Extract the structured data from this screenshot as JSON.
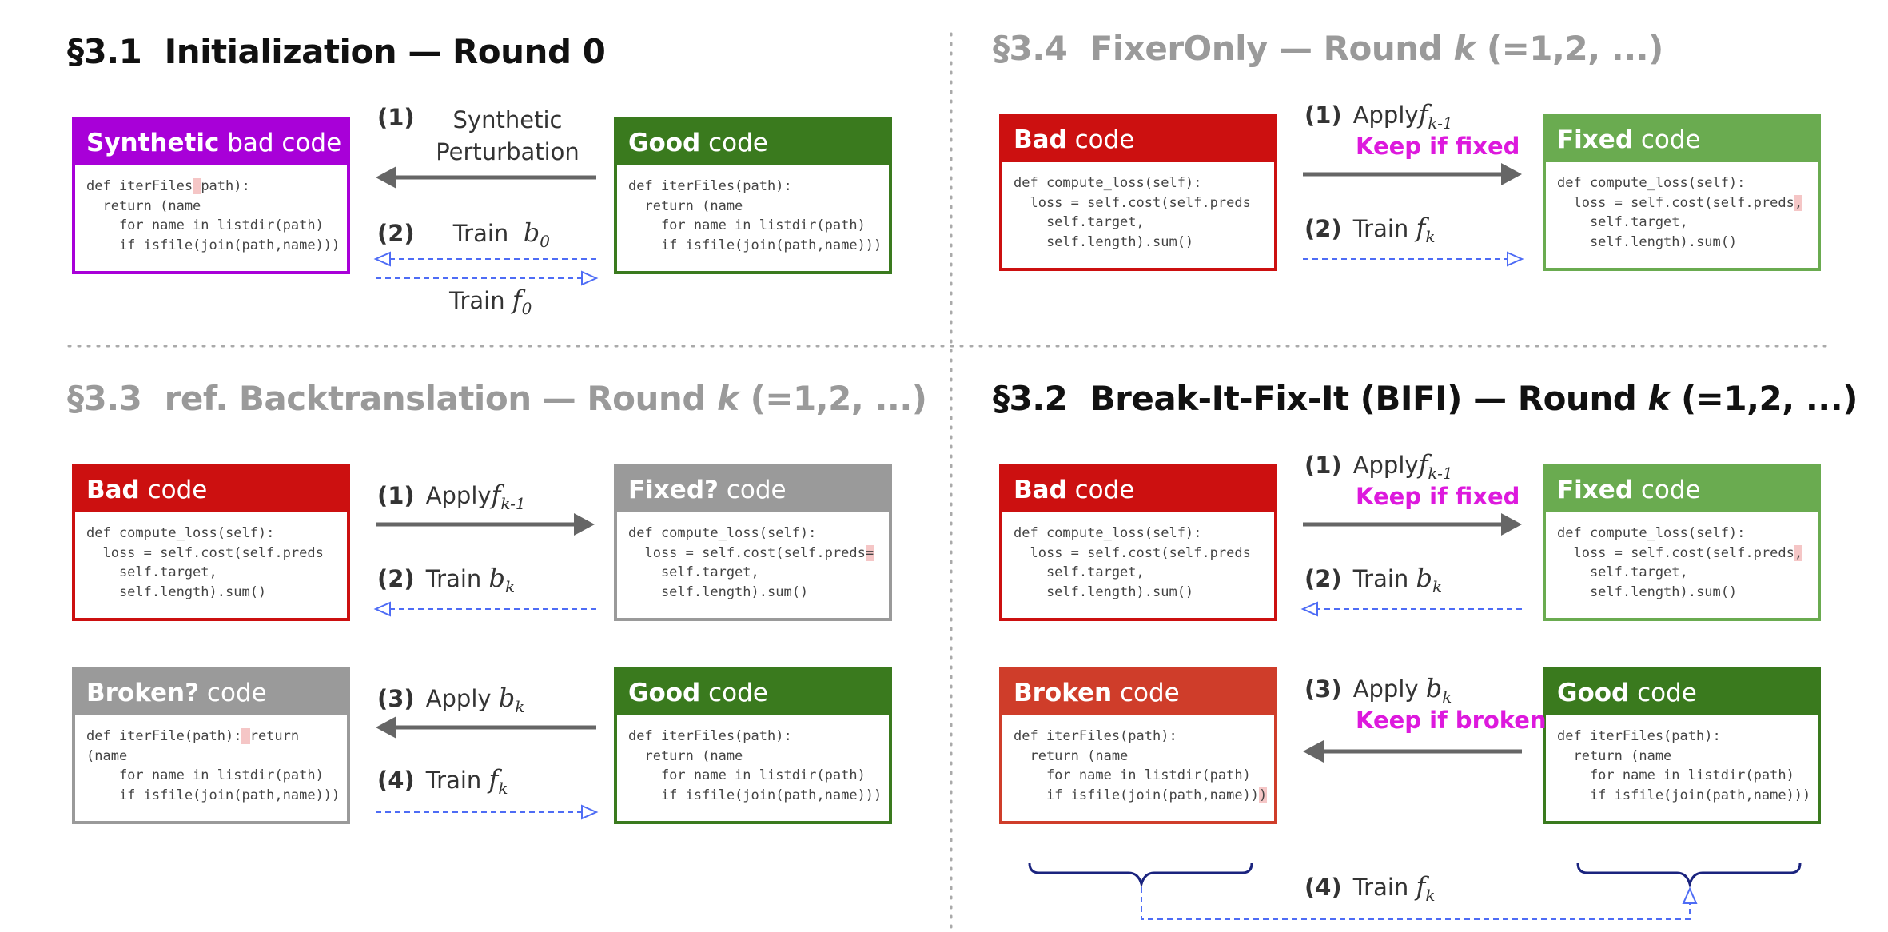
{
  "colors": {
    "purple": "#a800d8",
    "dark_green": "#3a7a1e",
    "red": "#cc1010",
    "light_green": "#6aab50",
    "gray": "#9a9a9a",
    "broken_red": "#cf3d2a",
    "arrow_gray": "#666666",
    "dashed_blue": "#4e6cf5",
    "brace_navy": "#1a237e",
    "keep_magenta": "#dd19dd",
    "highlight": "#f5c6c6"
  },
  "sections": {
    "s31": {
      "number": "§3.1",
      "title": "Initialization — Round 0",
      "synthetic_box": {
        "head_bold": "Synthetic",
        "head_rest": " bad code",
        "code_line1a": "def iterFiles",
        "code_line1b": "path):",
        "code_rest": "  return (name\n    for name in listdir(path)\n    if isfile(join(path,name)))"
      },
      "good_box": {
        "head_bold": "Good",
        "head_rest": " code",
        "code": "def iterFiles(path):\n  return (name\n    for name in listdir(path)\n    if isfile(join(path,name)))"
      },
      "step1_num": "(1)",
      "step1_text_a": "Synthetic",
      "step1_text_b": "Perturbation",
      "step2_num": "(2)",
      "step2_text": "Train",
      "step2_var": "b",
      "step2_sub": "0",
      "step3_text": "Train",
      "step3_var": "f",
      "step3_sub": "0"
    },
    "s34": {
      "number": "§3.4",
      "title_a": "FixerOnly — Round ",
      "title_k": "k",
      "title_b": " (=1,2, ...)",
      "bad_box": {
        "head_bold": "Bad",
        "head_rest": " code",
        "code": "def compute_loss(self):\n  loss = self.cost(self.preds\n    self.target,\n    self.length).sum()"
      },
      "fixed_box": {
        "head_bold": "Fixed",
        "head_rest": " code",
        "code_line1": "def compute_loss(self):",
        "code_line2a": "  loss = self.cost(self.preds",
        "code_line2b": ",",
        "code_rest": "    self.target,\n    self.length).sum()"
      },
      "step1_num": "(1)",
      "step1_text": "Apply",
      "step1_var": "f",
      "step1_sub": "k-1",
      "keep": "Keep if fixed",
      "step2_num": "(2)",
      "step2_text": "Train",
      "step2_var": "f",
      "step2_sub": "k"
    },
    "s33": {
      "number": "§3.3",
      "title_a": "ref. Backtranslation — Round ",
      "title_k": "k",
      "title_b": " (=1,2, ...)",
      "bad_box": {
        "head_bold": "Bad",
        "head_rest": " code",
        "code": "def compute_loss(self):\n  loss = self.cost(self.preds\n    self.target,\n    self.length).sum()"
      },
      "fixed_box": {
        "head_bold": "Fixed?",
        "head_rest": " code",
        "code_line1": "def compute_loss(self):",
        "code_line2a": "  loss = self.cost(self.preds",
        "code_line2b": "=",
        "code_rest": "    self.target,\n    self.length).sum()"
      },
      "broken_box": {
        "head_bold": "Broken?",
        "head_rest": " code",
        "code_line1a": "def iterFile(path):",
        "code_line1b": "return",
        "code_rest": "(name\n    for name in listdir(path)\n    if isfile(join(path,name)))"
      },
      "good_box": {
        "head_bold": "Good",
        "head_rest": " code",
        "code": "def iterFiles(path):\n  return (name\n    for name in listdir(path)\n    if isfile(join(path,name)))"
      },
      "step1_num": "(1)",
      "step1_text": "Apply",
      "step1_var": "f",
      "step1_sub": "k-1",
      "step2_num": "(2)",
      "step2_text": "Train",
      "step2_var": "b",
      "step2_sub": "k",
      "step3_num": "(3)",
      "step3_text": "Apply",
      "step3_var": "b",
      "step3_sub": "k",
      "step4_num": "(4)",
      "step4_text": "Train",
      "step4_var": "f",
      "step4_sub": "k"
    },
    "s32": {
      "number": "§3.2",
      "title_a": "Break-It-Fix-It (BIFI) — Round ",
      "title_k": "k",
      "title_b": " (=1,2, ...)",
      "bad_box": {
        "head_bold": "Bad",
        "head_rest": " code",
        "code": "def compute_loss(self):\n  loss = self.cost(self.preds\n    self.target,\n    self.length).sum()"
      },
      "fixed_box": {
        "head_bold": "Fixed",
        "head_rest": " code",
        "code_line1": "def compute_loss(self):",
        "code_line2a": "  loss = self.cost(self.preds",
        "code_line2b": ",",
        "code_rest": "    self.target,\n    self.length).sum()"
      },
      "broken_box": {
        "head_bold": "Broken",
        "head_rest": " code",
        "code_head": "def iterFiles(path):\n  return (name\n    for name in listdir(path)\n",
        "code_last": "    if isfile(join(path,name))",
        "code_hl": ")"
      },
      "good_box": {
        "head_bold": "Good",
        "head_rest": " code",
        "code": "def iterFiles(path):\n  return (name\n    for name in listdir(path)\n    if isfile(join(path,name)))"
      },
      "step1_num": "(1)",
      "step1_text": "Apply",
      "step1_var": "f",
      "step1_sub": "k-1",
      "keep1": "Keep if fixed",
      "step2_num": "(2)",
      "step2_text": "Train",
      "step2_var": "b",
      "step2_sub": "k",
      "step3_num": "(3)",
      "step3_text": "Apply",
      "step3_var": "b",
      "step3_sub": "k",
      "keep3": "Keep if broken",
      "step4_num": "(4)",
      "step4_text": "Train",
      "step4_var": "f",
      "step4_sub": "k"
    }
  }
}
